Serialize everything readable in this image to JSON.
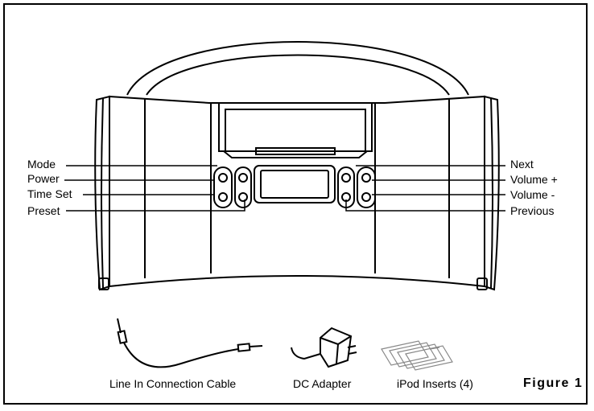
{
  "labels_left": [
    "Mode",
    "Power",
    "Time Set",
    "Preset"
  ],
  "labels_right": [
    "Next",
    "Volume +",
    "Volume -",
    "Previous"
  ],
  "accessories": {
    "cable": "Line In Connection Cable",
    "adapter": "DC Adapter",
    "inserts": "iPod Inserts (4)"
  },
  "figure_label": "Figure 1",
  "colors": {
    "line": "#000000",
    "background": "#ffffff",
    "insert_stroke": "#888888"
  }
}
